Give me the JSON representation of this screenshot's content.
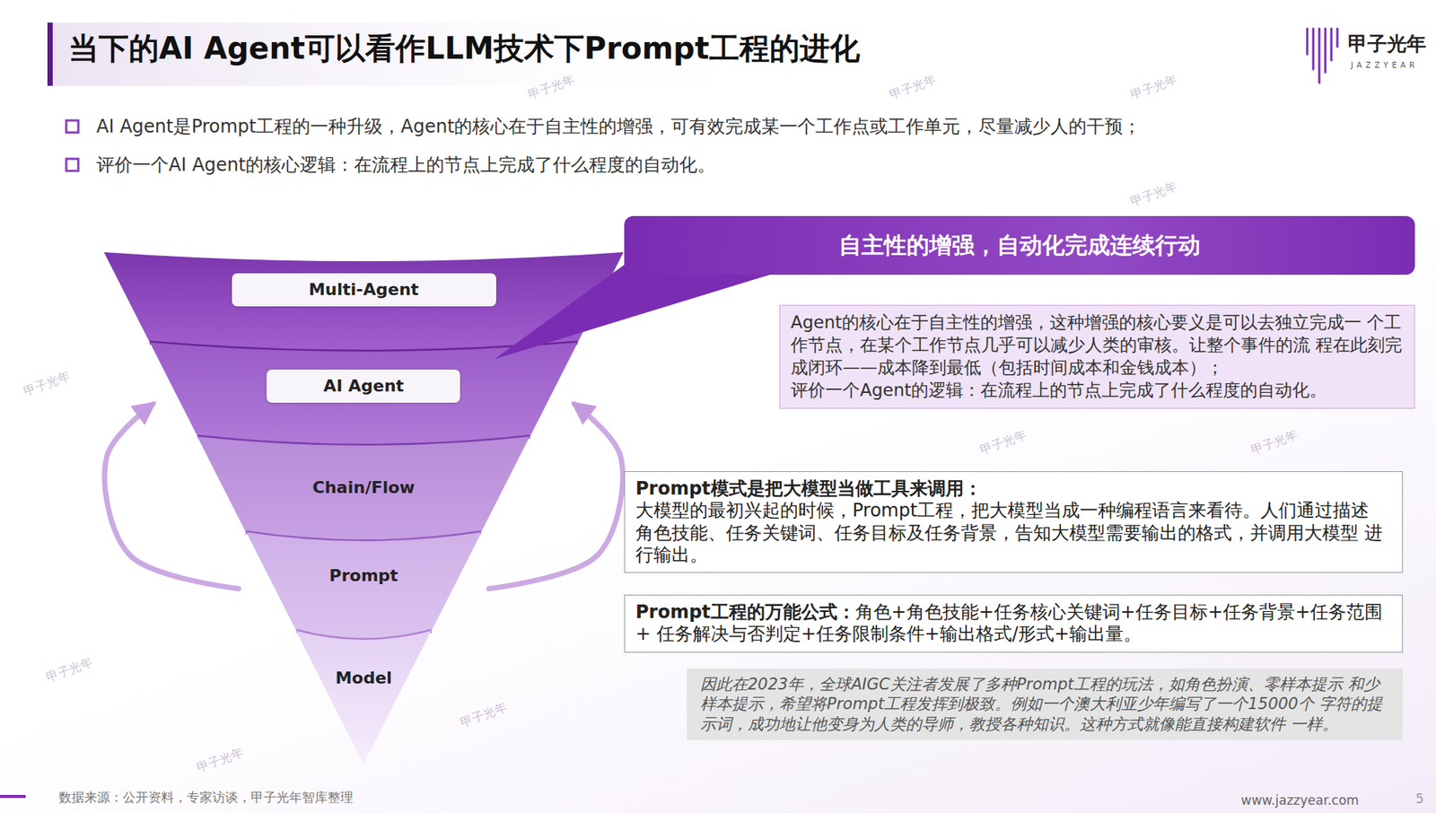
{
  "diagram": {
    "title": "当下的AI Agent可以看作LLM技术下Prompt工程的进化",
    "nodes": [
      {
        "text": [
          "Multi-Agent"
        ]
      },
      {
        "text": [
          "AI Agent"
        ]
      },
      {
        "text": [
          "Chain/Flow"
        ]
      },
      {
        "text": [
          "Prompt"
        ]
      },
      {
        "text": [
          "Model"
        ]
      },
      {
        "text": [
          "自主性的增强，自动化完成连续行动"
        ]
      },
      {
        "text": [
          "Agent的核心在于自主性的增强，这种增强的核心要义是可以去独立完成一 个工作节点，在某个工作节点几乎可以减少人类的审核。让整个事件的流 程在此刻完成闭环——成本降到最低（包括时间成本和金钱成本）；",
          "评价一个Agent的逻辑：在流程上的节点上完成了什么程度的自动化。"
        ]
      },
      {
        "text": [
          "Prompt模式是把大模型当做工具来调用：",
          "大模型的最初兴起的时候，Prompt工程，把大模型当成一种编程语言来看待。人们通过描述 角色技能、任务关键词、任务目标及任务背景，告知大模型需要输出的格式，并调用大模型 进行输出。"
        ]
      },
      {
        "text": [
          "Prompt工程的万能公式：",
          "角色+角色技能+任务核心关键词+任务目标+任务背景+任务范围+ 任务解决与否判定+任务限制条件+输出格式/形式+输出量。"
        ]
      },
      {
        "text": [
          "因此在2023年，全球AIGC关注者发展了多种Prompt工程的玩法，如角色扮演、零样本提示 和少样本提示，希望将Prompt工程发挥到极致。例如一个澳大利亚少年编写了一个15000个 字符的提示词，成功地让他变身为人类的导师，教授各种知识。这种方式就像能直接构建软件 一样。"
        ]
      }
    ],
    "edges": [
      {
        "from": 5,
        "to": 1,
        "arrow": "none"
      },
      {
        "from": 3,
        "to": 1,
        "arrow": "to"
      },
      {
        "from": 3,
        "to": 1,
        "arrow": "to"
      }
    ],
    "labels": [
      "AI Agent是Prompt工程的一种升级，Agent的核心在于自主性的增强，可有效完成某一个工作点或工作单元，尽量减少人的干预；",
      "评价一个AI Agent的核心逻辑：在流程上的节点上完成了什么程度的自动化。",
      "甲子光年",
      "JAZZYEAR",
      "数据来源：公开资料，专家访谈，甲子光年智库整理",
      "www.jazzyear.com",
      "5",
      "甲子光年",
      "甲子光年",
      "甲子光年",
      "甲子光年",
      "甲子光年",
      "甲子光年",
      "甲子光年",
      "甲子光年",
      "甲子光年",
      "甲子光年"
    ]
  }
}
